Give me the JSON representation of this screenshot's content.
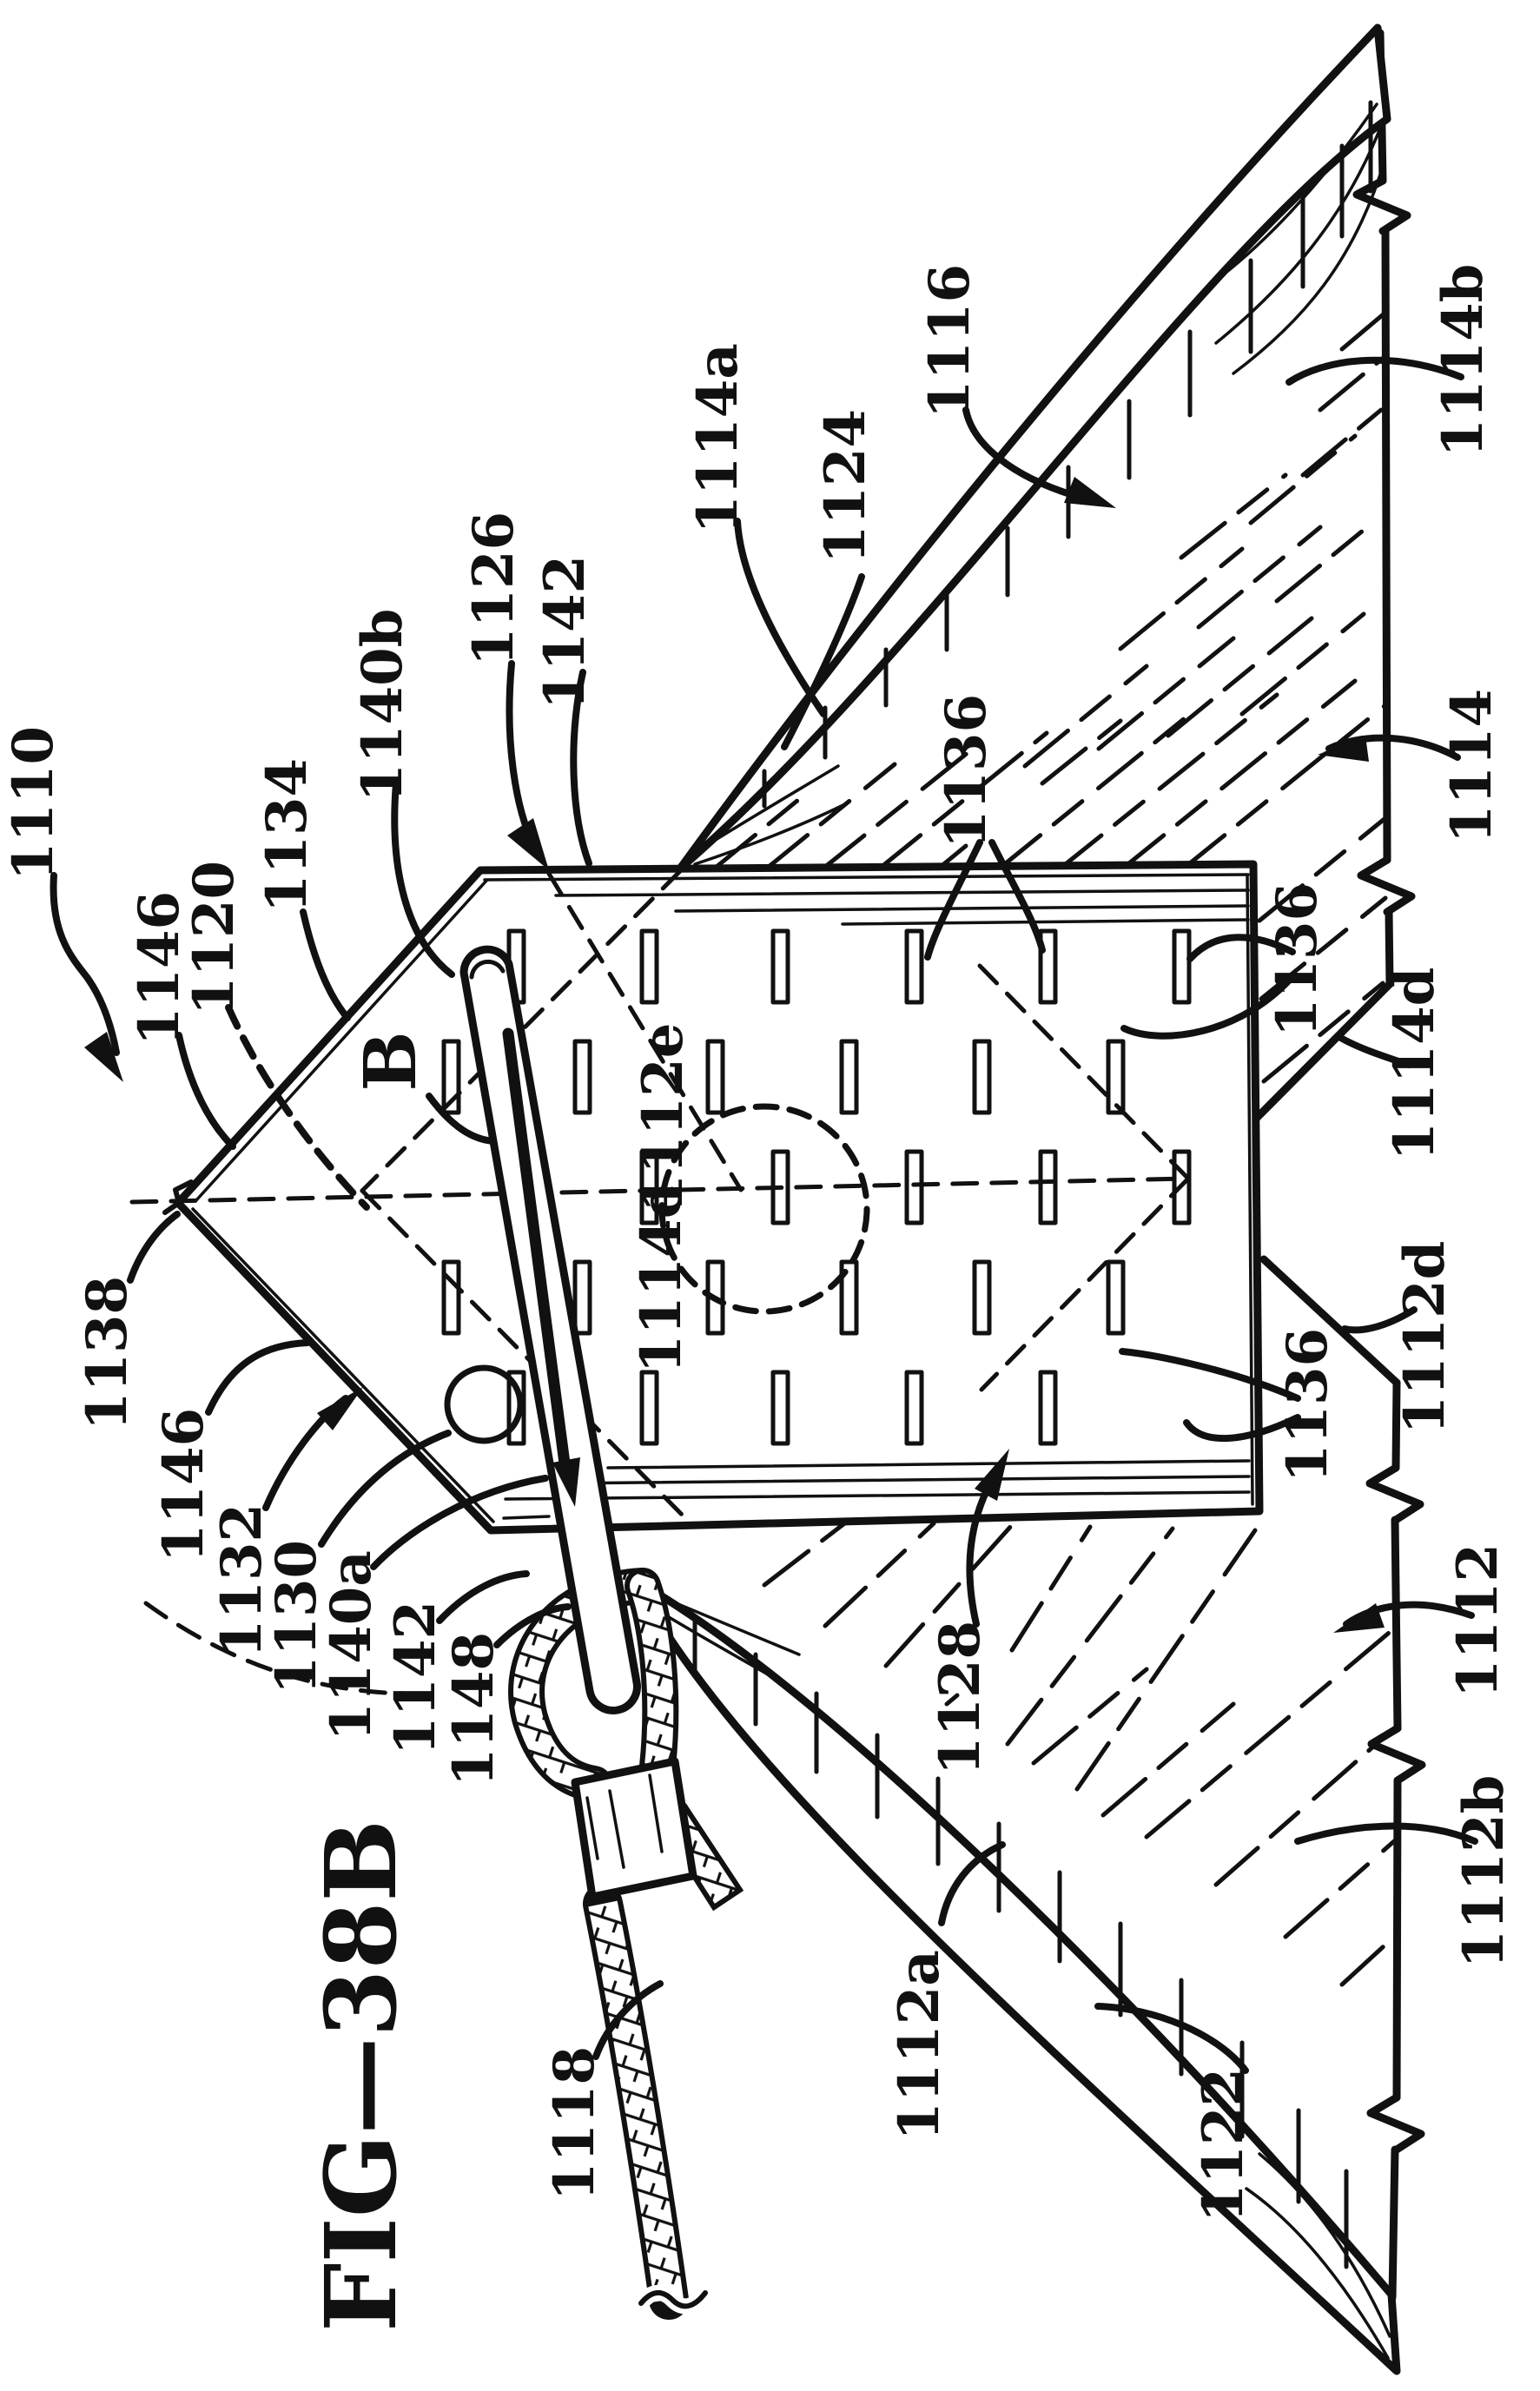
{
  "figure": {
    "title": "FIG—38B",
    "type": "patent-line-drawing",
    "description": "Surgical mesh implant with slots, blunt needle and suture passing through tissue layers with sling bands"
  },
  "style": {
    "ink": "#111111",
    "background": "#ffffff"
  },
  "labels": {
    "l1110": "1110",
    "l1146a": "1146",
    "l1120": "1120",
    "l1134": "1134",
    "l1140b": "1140b",
    "l1126": "1126",
    "l1142a": "1142",
    "l1114a": "1114a",
    "l1124": "1124",
    "l1116": "1116",
    "lB": "B",
    "l1112e": "1112e",
    "l1114e": "1114e",
    "l1136a": "1136",
    "l1136b": "1136",
    "l1136c": "1136",
    "l1114b": "1114b",
    "l1114": "1114",
    "l1114d": "1114d",
    "l1112d": "1112d",
    "l1112": "1112",
    "l1112b": "1112b",
    "l1128": "1128",
    "l1138": "1138",
    "l1146b": "1146",
    "l1132": "1132",
    "l1130": "1130",
    "l1140a": "1140a",
    "l1142b": "1142",
    "l1148": "1148",
    "l1118": "1118",
    "l1112a": "1112a",
    "l1122": "1122"
  }
}
